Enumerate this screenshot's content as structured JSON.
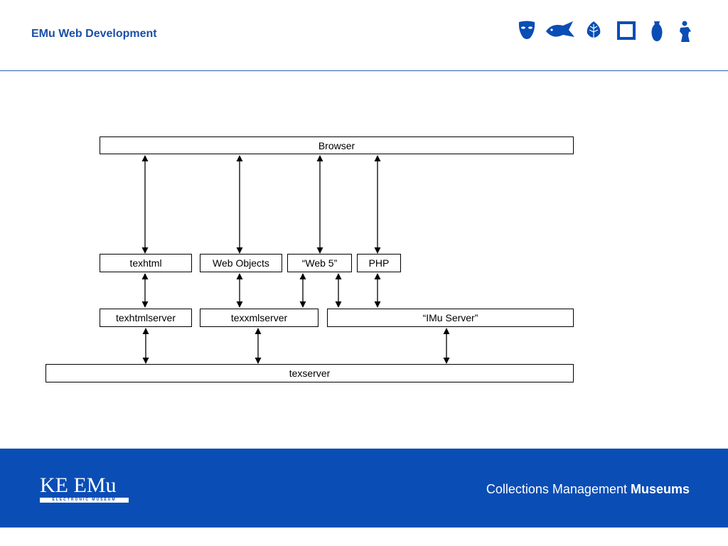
{
  "header": {
    "title": "EMu Web Development"
  },
  "header_icons": [
    "mask-icon",
    "fish-icon",
    "leaf-icon",
    "frame-icon",
    "vase-icon",
    "statue-icon"
  ],
  "colors": {
    "brand_blue": "#0a4db5",
    "title_blue": "#1a4fa8"
  },
  "diagram": {
    "nodes": {
      "browser": "Browser",
      "texhtml": "texhtml",
      "web_objects": "Web Objects",
      "web5": "“Web 5”",
      "php": "PHP",
      "texhtmlserver": "texhtmlserver",
      "texxmlserver": "texxmlserver",
      "imu_server": "“IMu Server”",
      "texserver": "texserver"
    },
    "edges": [
      [
        "browser",
        "texhtml"
      ],
      [
        "browser",
        "web_objects"
      ],
      [
        "browser",
        "web5"
      ],
      [
        "browser",
        "php"
      ],
      [
        "texhtml",
        "texhtmlserver"
      ],
      [
        "web_objects",
        "texxmlserver"
      ],
      [
        "web5",
        "texxmlserver"
      ],
      [
        "web5",
        "imu_server"
      ],
      [
        "php",
        "imu_server"
      ],
      [
        "texhtmlserver",
        "texserver"
      ],
      [
        "texxmlserver",
        "texserver"
      ],
      [
        "imu_server",
        "texserver"
      ]
    ]
  },
  "footer": {
    "logo_text": "KE EMu",
    "logo_subtext": "ELECTRONIC MUSEUM",
    "tagline_regular": "Collections Management ",
    "tagline_bold": "Museums"
  }
}
